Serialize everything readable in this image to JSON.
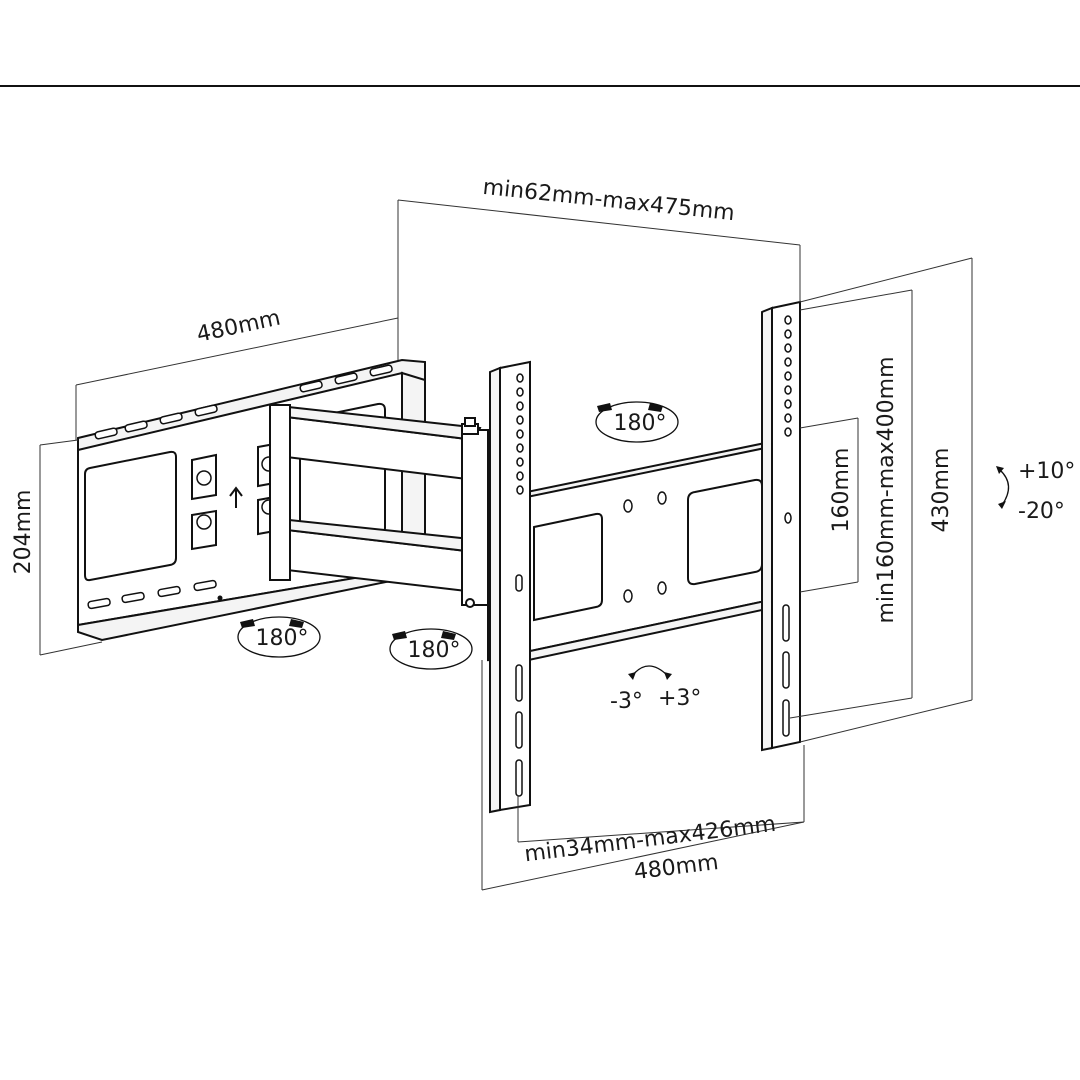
{
  "dimensions": {
    "top_span": "min62mm-max475mm",
    "wall_plate_width": "480mm",
    "wall_plate_height": "204mm",
    "hole_inner": "160mm",
    "hole_vertical": "min160mm-max400mm",
    "bracket_height": "430mm",
    "hole_horizontal": "min34mm-max426mm",
    "bracket_width": "480mm"
  },
  "angles": {
    "swivel_wall": "180°",
    "swivel_mid": "180°",
    "swivel_top": "180°",
    "tilt_up": "+10°",
    "tilt_down": "-20°",
    "level_minus": "-3°",
    "level_plus": "+3°"
  }
}
